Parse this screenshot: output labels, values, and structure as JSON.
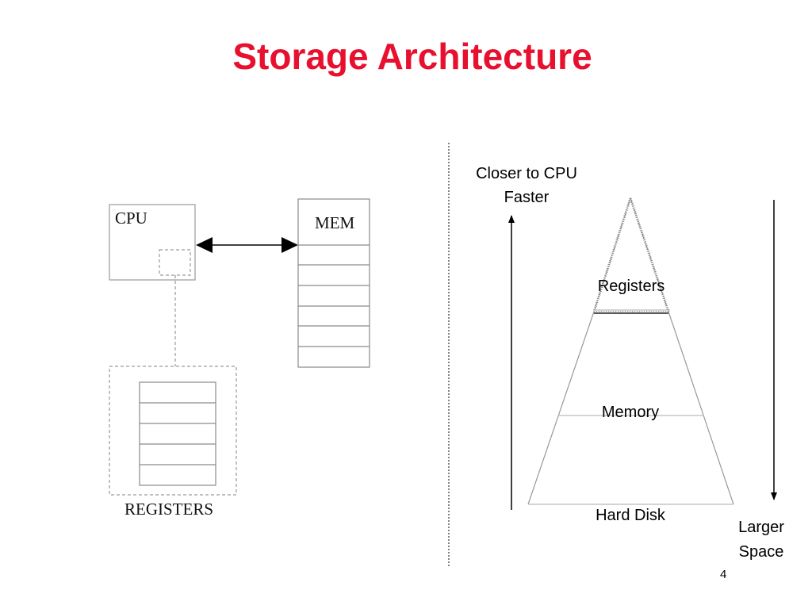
{
  "slide": {
    "title": "Storage Architecture",
    "page_number": "4"
  },
  "left_diagram": {
    "cpu_label": "CPU",
    "mem_label": "MEM",
    "registers_label": "REGISTERS",
    "mem_rows": 6,
    "register_rows": 5
  },
  "right_diagram": {
    "top_label_line1": "Closer to CPU",
    "top_label_line2": "Faster",
    "bottom_label_line1": "Larger",
    "bottom_label_line2": "Space",
    "levels": [
      "Registers",
      "Memory",
      "Hard Disk"
    ]
  }
}
